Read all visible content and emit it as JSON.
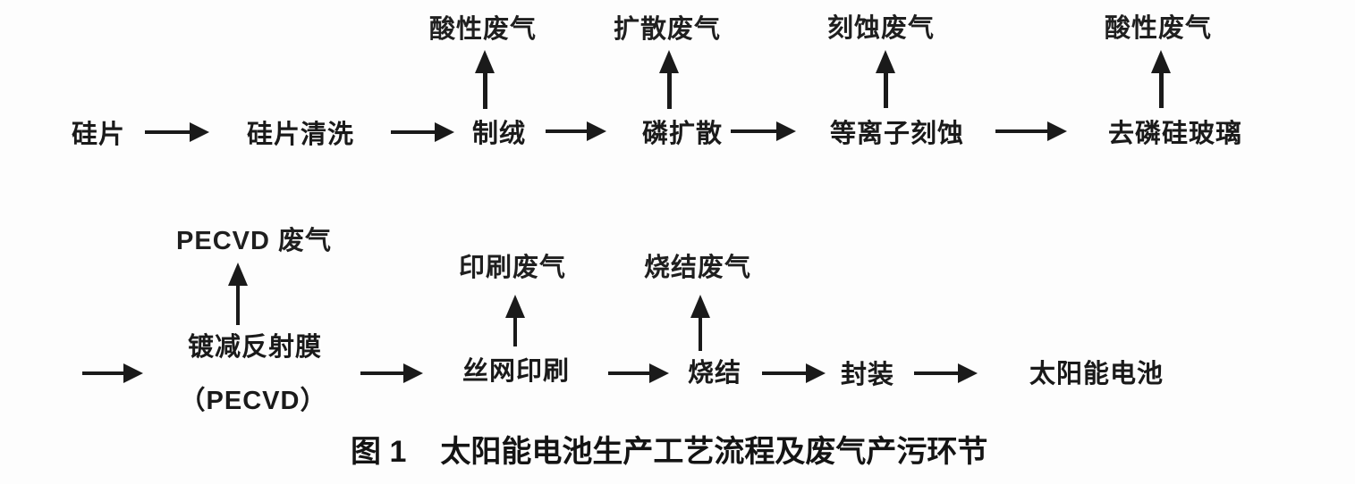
{
  "caption": {
    "label": "图 1",
    "title": "太阳能电池生产工艺流程及废气产污环节"
  },
  "row1": {
    "steps": [
      {
        "label": "硅片"
      },
      {
        "label": "硅片清洗"
      },
      {
        "label": "制绒",
        "emission": "酸性废气"
      },
      {
        "label": "磷扩散",
        "emission": "扩散废气"
      },
      {
        "label": "等离子刻蚀",
        "emission": "刻蚀废气"
      },
      {
        "label": "去磷硅玻璃",
        "emission": "酸性废气"
      }
    ]
  },
  "row2": {
    "steps": [
      {
        "label": "镀减反射膜",
        "sublabel": "（PECVD）",
        "emission": "PECVD 废气"
      },
      {
        "label": "丝网印刷",
        "emission": "印刷废气"
      },
      {
        "label": "烧结",
        "emission": "烧结废气"
      },
      {
        "label": "封装"
      },
      {
        "label": "太阳能电池"
      }
    ]
  },
  "colors": {
    "text": "#1a1a1a",
    "background": "#fdfdfd",
    "arrow": "#1a1a1a"
  }
}
